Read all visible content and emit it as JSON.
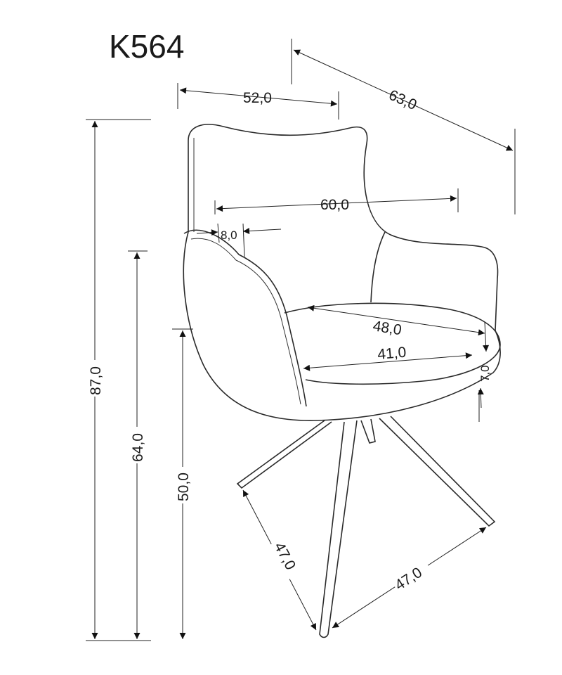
{
  "title": "K564",
  "dimensions": {
    "width_front": "52,0",
    "depth_overall": "63,0",
    "width_arms": "60,0",
    "arm_width": "8,0",
    "seat_depth": "48,0",
    "seat_width": "41,0",
    "seat_thickness": "7,0",
    "height_total": "87,0",
    "height_arm": "64,0",
    "height_seat": "50,0",
    "leg_span_left": "47,0",
    "leg_span_right": "47,0"
  },
  "colors": {
    "line": "#2a2a2a",
    "background": "#ffffff"
  }
}
